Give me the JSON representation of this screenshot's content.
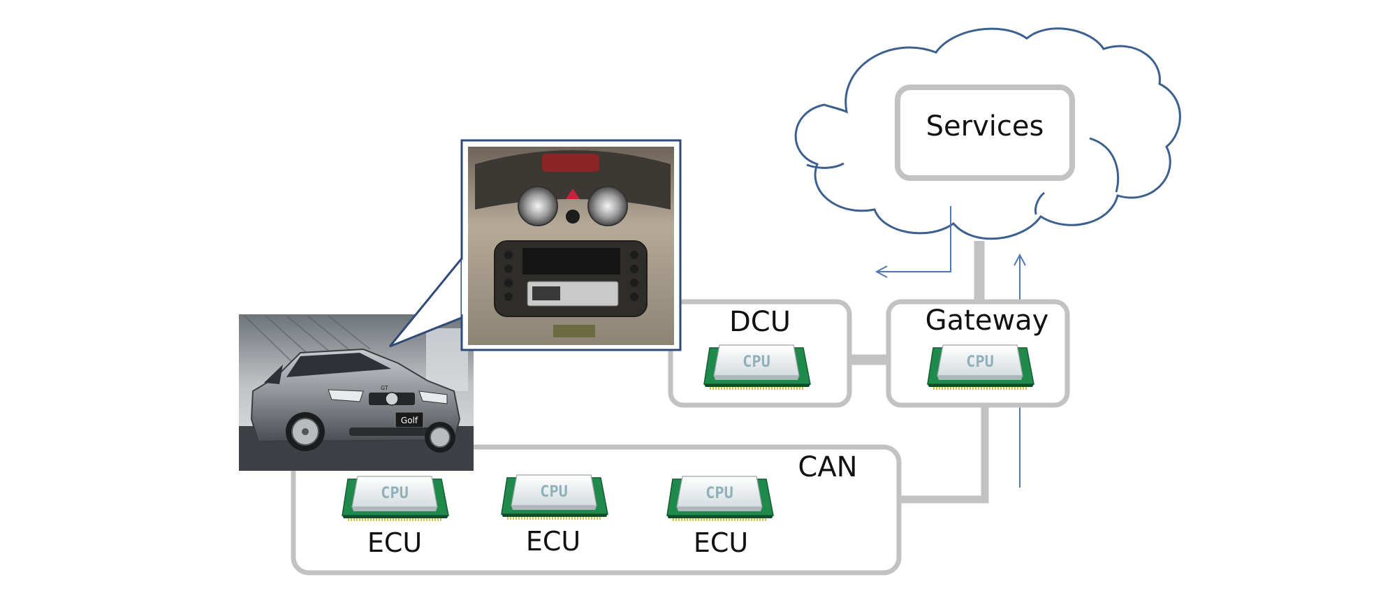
{
  "labels": {
    "services": "Services",
    "dcu": "DCU",
    "gateway": "Gateway",
    "can": "CAN",
    "ecu_1": "ECU",
    "ecu_2": "ECU",
    "ecu_3": "ECU"
  },
  "chips": {
    "chip_text": "CPU"
  },
  "car_badge": "Golf",
  "car_grille_badge": "GT",
  "colors": {
    "box_stroke": "#c2c2c2",
    "cloud_stroke": "#3b5f8e",
    "arrow": "#4f78b0",
    "chip_green": "#1f8a4c",
    "chip_silver": "#e9eef0",
    "chip_pins": "#d8c046"
  }
}
